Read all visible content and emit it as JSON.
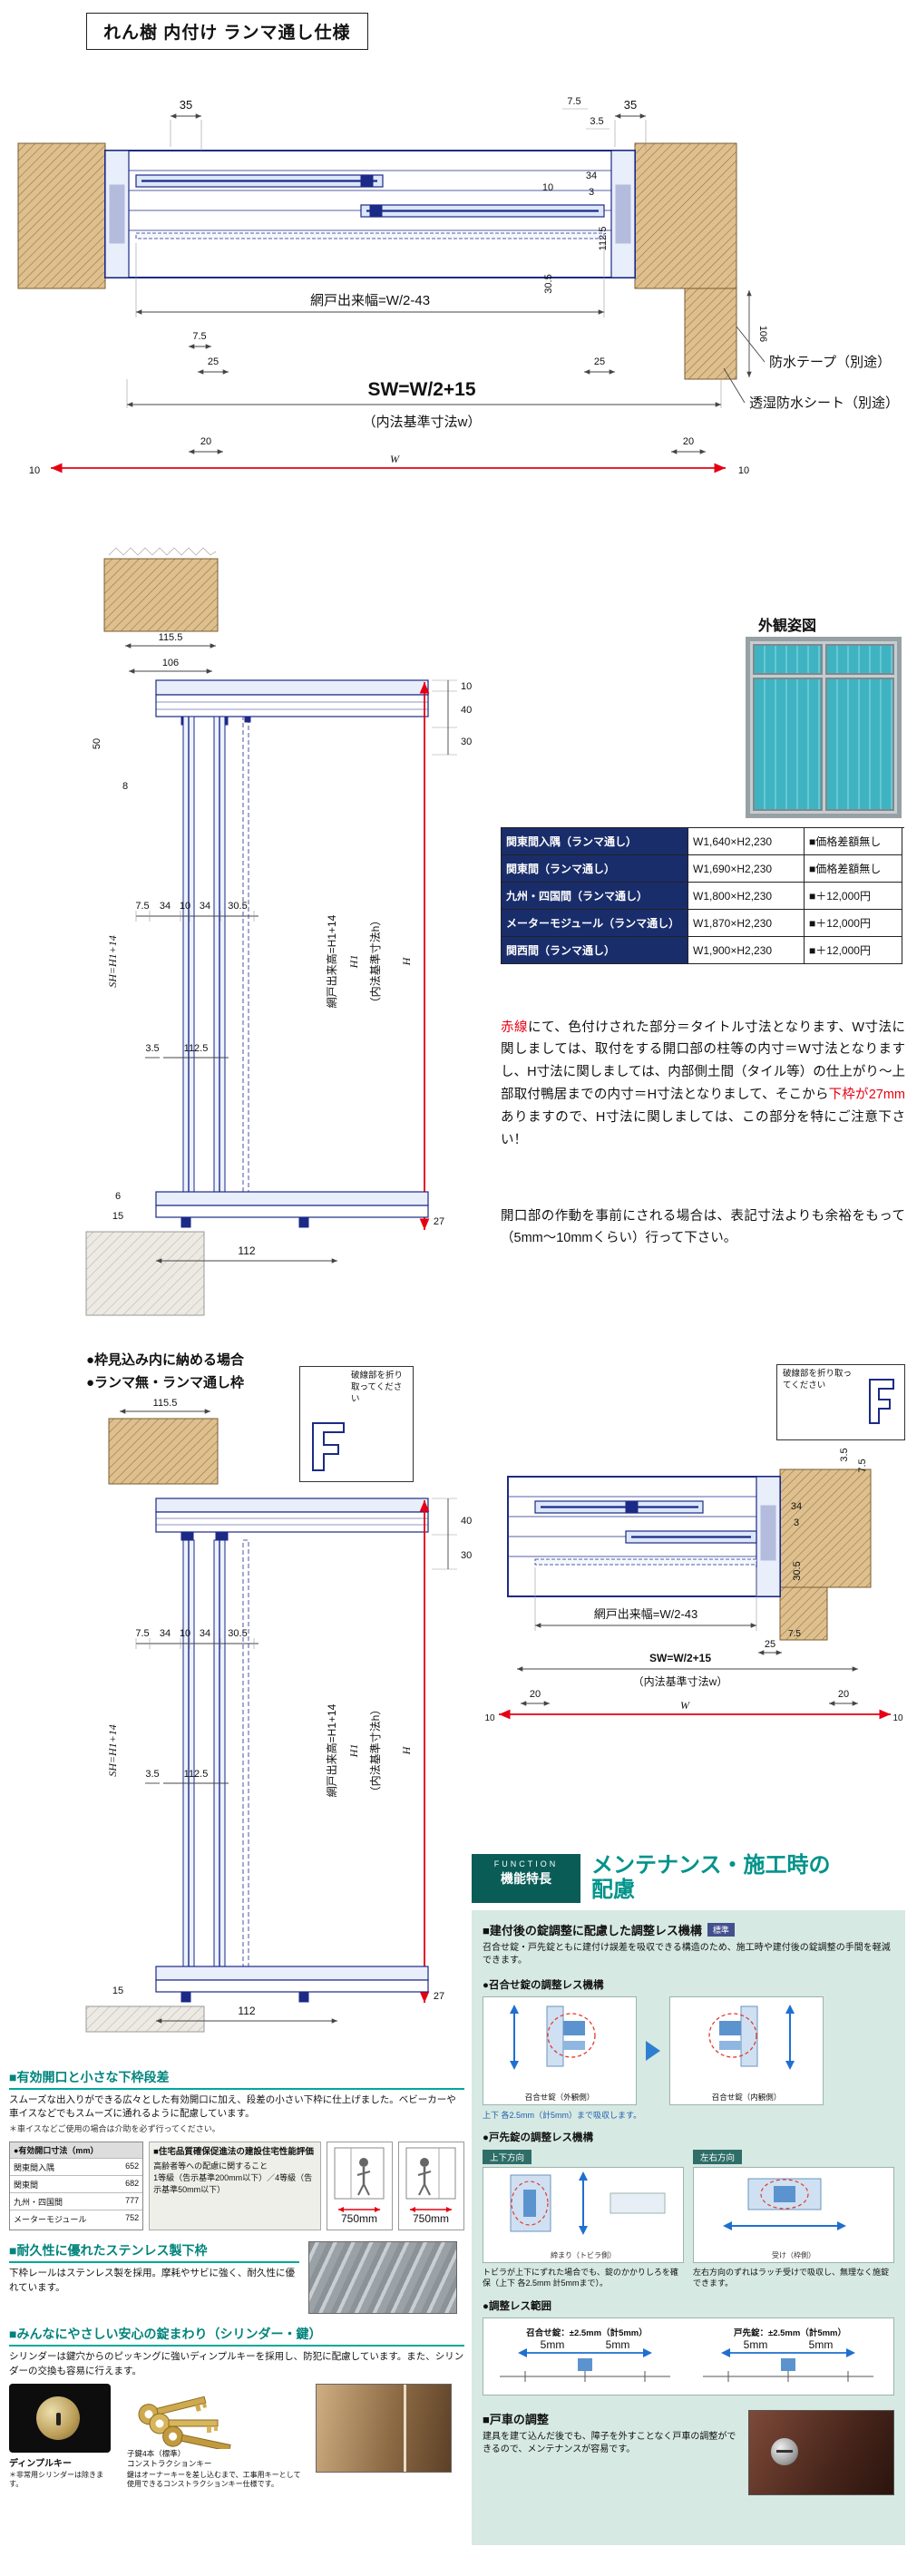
{
  "page": {
    "title": "れん樹 内付け ランマ通し仕様"
  },
  "secA": {
    "dims": {
      "top35l": "35",
      "top35r": "35",
      "r75": "7.5",
      "r35": "3.5",
      "r34": "34",
      "r3": "3",
      "r1125": "112.5",
      "r10": "10",
      "r305": "30.5",
      "wall106": "106",
      "amido": "網戸出来幅=W/2-43",
      "b75": "7.5",
      "b25l": "25",
      "b25r": "25",
      "sw": "SW=W/2+15",
      "naiho": "（内法基準寸法w）",
      "b20l": "20",
      "b20r": "20",
      "w": "W",
      "b10l": "10",
      "b10r": "10"
    },
    "notes": {
      "tape": "防水テープ（別途）",
      "sheet": "透湿防水シート（別途）"
    }
  },
  "secB": {
    "dims": {
      "w1155": "115.5",
      "w106": "106",
      "l50": "50",
      "l8": "8",
      "r10": "10",
      "r40": "40",
      "r30": "30",
      "m75": "7.5",
      "m34a": "34",
      "m10": "10",
      "m34b": "34",
      "m305": "30.5",
      "m35": "3.5",
      "m1125": "112.5",
      "sh": "SH=H1+14",
      "amidoh": "網戸出来高=H1+14",
      "h1": "H1",
      "naihoh": "（内法基準寸法h）",
      "h": "H",
      "b6": "6",
      "b15": "15",
      "b112": "112",
      "b27": "27"
    }
  },
  "gaikan": {
    "title": "外観姿図"
  },
  "price_table": {
    "rows": [
      {
        "name": "関東間入隅（ランマ通し）",
        "size": "W1,640×H2,230",
        "price": "■価格差額無し"
      },
      {
        "name": "関東間（ランマ通し）",
        "size": "W1,690×H2,230",
        "price": "■価格差額無し"
      },
      {
        "name": "九州・四国間（ランマ通し）",
        "size": "W1,800×H2,230",
        "price": "■＋12,000円"
      },
      {
        "name": "メーターモジュール（ランマ通し）",
        "size": "W1,870×H2,230",
        "price": "■＋12,000円"
      },
      {
        "name": "関西間（ランマ通し）",
        "size": "W1,900×H2,230",
        "price": "■＋12,000円"
      }
    ]
  },
  "remarks": {
    "seg1_red": "赤線",
    "seg2": "にて、色付けされた部分＝タイトル寸法となります、W寸法に関しましては、取付をする開口部の柱等の内寸＝W寸法となりますし、H寸法に関しましては、内部側土間（タイル等）の仕上がり～上部取付鴨居までの内寸＝H寸法となりまして、そこから",
    "seg3_red": "下枠が27mm",
    "seg4": "ありますので、H寸法に関しましては、この部分を特にご注意下さい！",
    "para2": "開口部の作動を事前にされる場合は、表記寸法よりも余裕をもって（5mm～10mmくらい）行って下さい。"
  },
  "secC": {
    "bullet1": "●枠見込み内に納める場合",
    "bullet2": "●ランマ無・ランマ通し枠",
    "break_note": "破線部を折り取ってください",
    "dims": {
      "w1155": "115.5",
      "r40": "40",
      "r30": "30",
      "m75": "7.5",
      "m34a": "34",
      "m10": "10",
      "m34b": "34",
      "m305": "30.5",
      "m35": "3.5",
      "m1125": "112.5",
      "sh": "SH=H1+14",
      "amidoh": "網戸出来高=H1+14",
      "h1": "H1",
      "naihoh": "（内法基準寸法h）",
      "h": "H",
      "b15": "15",
      "b112": "112",
      "b27": "27"
    }
  },
  "secD": {
    "break_note": "破線部を折り取ってください",
    "dims": {
      "t35": "3.5",
      "t75": "7.5",
      "r34": "34",
      "r3": "3",
      "r305": "30.5",
      "amido": "網戸出来幅=W/2-43",
      "b75": "7.5",
      "b25": "25",
      "sw": "SW=W/2+15",
      "naiho": "（内法基準寸法w）",
      "b20l": "20",
      "b20r": "20",
      "w": "W",
      "b10l": "10",
      "b10r": "10"
    }
  },
  "features": {
    "f1": {
      "title": "■有効開口と小さな下枠段差",
      "body": "スムーズな出入りができる広々とした有効開口に加え、段差の小さい下枠に仕上げました。ベビーカーや車イスなどでもスムーズに通れるように配慮しています。",
      "note": "＊車イスなどご使用の場合は介助を必ず行ってください。",
      "table_title": "●有効開口寸法（mm）",
      "table_rows": [
        [
          "関東間入隅",
          "652"
        ],
        [
          "関東間",
          "682"
        ],
        [
          "九州・四国間",
          "777"
        ],
        [
          "メーターモジュール",
          "752"
        ]
      ],
      "hyouka_title": "■住宅品質確保促進法の建設住宅性能評価",
      "hyouka_line1": "高齢者等への配慮に関すること",
      "hyouka_line2": "1等級（告示基準200mm以下）／4等級（告示基準50mm以下）",
      "fig1_label": "750mm",
      "fig2_label": "750mm"
    },
    "f2": {
      "title": "■耐久性に優れたステンレス製下枠",
      "body": "下枠レールはステンレス製を採用。摩耗やサビに強く、耐久性に優れています。"
    },
    "f3": {
      "title": "■みんなにやさしい安心の錠まわり（シリンダー・鍵）",
      "body": "シリンダーは鍵穴からのピッキングに強いディンプルキーを採用し、防犯に配慮しています。また、シリンダーの交換も容易に行えます。",
      "cyl_label": "ディンプルキー",
      "cyl_note": "＊非常用シリンダーは除きます。",
      "keys_label1": "子鍵4本（標準）",
      "keys_label2": "コンストラクションキー",
      "key_note": "鍵はオーナーキーを差し込むまで、工事用キーとして使用できるコンストラクションキー仕様です。"
    }
  },
  "maintenance": {
    "func_label": "FUNCTION",
    "func_sub": "機能特長",
    "title1": "メンテナンス・施工時の",
    "title2": "配慮",
    "s1_title": "■建付後の錠調整に配慮した調整レス機構",
    "s1_badge": "標準",
    "s1_body": "召合せ錠・戸先錠ともに建付け誤差を吸収できる構造のため、施工時や建付後の錠調整の手間を軽減できます。",
    "b1": "●召合せ錠の調整レス機構",
    "d1a_caption": "召合せ錠（外観側）",
    "d1b_caption": "召合せ錠（内観側）",
    "d1_note": "上下 各2.5mm（計5mm）まで吸収します。",
    "b2": "●戸先錠の調整レス機構",
    "col1_chip": "上下方向",
    "col2_chip": "左右方向",
    "col1_sub": "締まり（トビラ側）",
    "col2_sub": "受け（枠側）",
    "col1_text": "トビラが上下にずれた場合でも、錠のかかりしろを確保（上下 各2.5mm 計5mmまで）。",
    "col2_text": "左右方向のずれはラッチ受けで吸収し、無理なく施錠できます。",
    "b3": "●調整レス範囲",
    "r1_caption": "召合せ錠：±2.5mm（計5mm）",
    "r2_caption": "戸先錠：±2.5mm（計5mm）",
    "r1_dim": "5mm",
    "r2_dim": "5mm",
    "s2_title": "■戸車の調整",
    "s2_body": "建具を建て込んだ後でも、障子を外すことなく戸車の調整ができるので、メンテナンスが容易です。"
  }
}
